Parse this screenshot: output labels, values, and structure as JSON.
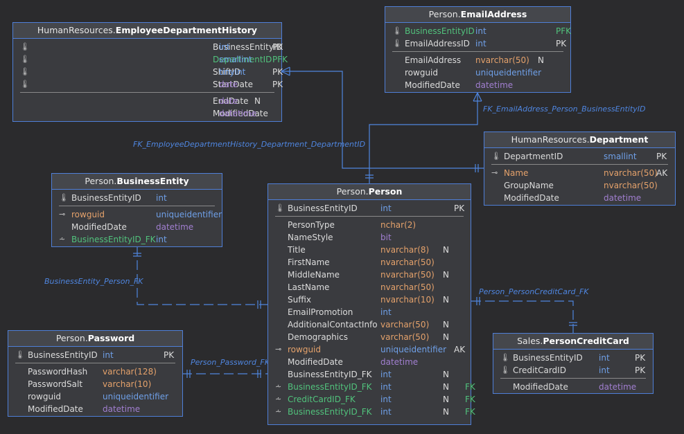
{
  "entities": {
    "edh": {
      "schema": "HumanResources.",
      "name": "EmployeeDepartmentHistory",
      "pk": [
        {
          "icon": "key",
          "name": "BusinessEntityID",
          "type": "int",
          "null": "",
          "key": "PK",
          "name_color": "",
          "type_color": "blue"
        },
        {
          "icon": "key",
          "name": "DepartmentID",
          "type": "smallint",
          "null": "",
          "key": "PFK",
          "name_color": "green",
          "type_color": "blue"
        },
        {
          "icon": "key",
          "name": "ShiftID",
          "type": "tinyint",
          "null": "",
          "key": "PK",
          "name_color": "",
          "type_color": "blue"
        },
        {
          "icon": "key",
          "name": "StartDate",
          "type": "date",
          "null": "",
          "key": "PK",
          "name_color": "",
          "type_color": ""
        }
      ],
      "cols": [
        {
          "icon": "",
          "name": "EndDate",
          "type": "date",
          "null": "N",
          "key": "",
          "name_color": "",
          "type_color": ""
        },
        {
          "icon": "",
          "name": "ModifiedDate",
          "type": "datetime",
          "null": "",
          "key": "",
          "name_color": "",
          "type_color": ""
        }
      ]
    },
    "email": {
      "schema": "Person.",
      "name": "EmailAddress",
      "pk": [
        {
          "icon": "key",
          "name": "BusinessEntityID",
          "type": "int",
          "null": "",
          "key": "PFK",
          "name_color": "green",
          "type_color": "blue"
        },
        {
          "icon": "key",
          "name": "EmailAddressID",
          "type": "int",
          "null": "",
          "key": "PK",
          "name_color": "",
          "type_color": "blue"
        }
      ],
      "cols": [
        {
          "icon": "",
          "name": "EmailAddress",
          "type": "nvarchar(50)",
          "null": "N",
          "key": "",
          "name_color": "",
          "type_color": "orange"
        },
        {
          "icon": "",
          "name": "rowguid",
          "type": "uniqueidentifier",
          "null": "",
          "key": "",
          "name_color": "",
          "type_color": "blue"
        },
        {
          "icon": "",
          "name": "ModifiedDate",
          "type": "datetime",
          "null": "",
          "key": "",
          "name_color": "",
          "type_color": ""
        }
      ]
    },
    "dept": {
      "schema": "HumanResources.",
      "name": "Department",
      "pk": [
        {
          "icon": "key",
          "name": "DepartmentID",
          "type": "smallint",
          "null": "",
          "key": "PK",
          "name_color": "",
          "type_color": "blue"
        }
      ],
      "cols": [
        {
          "icon": "ak",
          "name": "Name",
          "type": "nvarchar(50)",
          "null": "",
          "key": "AK",
          "name_color": "orange",
          "type_color": "orange"
        },
        {
          "icon": "",
          "name": "GroupName",
          "type": "nvarchar(50)",
          "null": "",
          "key": "",
          "name_color": "",
          "type_color": "orange"
        },
        {
          "icon": "",
          "name": "ModifiedDate",
          "type": "datetime",
          "null": "",
          "key": "",
          "name_color": "",
          "type_color": ""
        }
      ]
    },
    "be": {
      "schema": "Person.",
      "name": "BusinessEntity",
      "pk": [
        {
          "icon": "key",
          "name": "BusinessEntityID",
          "type": "int",
          "null": "",
          "key": "",
          "name_color": "",
          "type_color": "blue"
        }
      ],
      "cols": [
        {
          "icon": "ak",
          "name": "rowguid",
          "type": "uniqueidentifier",
          "null": "",
          "key": "",
          "name_color": "orange",
          "type_color": "blue"
        },
        {
          "icon": "",
          "name": "ModifiedDate",
          "type": "datetime",
          "null": "",
          "key": "",
          "name_color": "",
          "type_color": ""
        },
        {
          "icon": "fk",
          "name": "BusinessEntityID_FK",
          "type": "int",
          "null": "",
          "key": "",
          "name_color": "green",
          "type_color": "blue"
        }
      ]
    },
    "person": {
      "schema": "Person.",
      "name": "Person",
      "pk": [
        {
          "icon": "key",
          "name": "BusinessEntityID",
          "type": "int",
          "null": "",
          "key": "PK",
          "name_color": "",
          "type_color": "blue"
        }
      ],
      "cols": [
        {
          "icon": "",
          "name": "PersonType",
          "type": "nchar(2)",
          "null": "",
          "key": "",
          "name_color": "",
          "type_color": "orange"
        },
        {
          "icon": "",
          "name": "NameStyle",
          "type": "bit",
          "null": "",
          "key": "",
          "name_color": "",
          "type_color": ""
        },
        {
          "icon": "",
          "name": "Title",
          "type": "nvarchar(8)",
          "null": "N",
          "key": "",
          "name_color": "",
          "type_color": "orange"
        },
        {
          "icon": "",
          "name": "FirstName",
          "type": "nvarchar(50)",
          "null": "",
          "key": "",
          "name_color": "",
          "type_color": "orange"
        },
        {
          "icon": "",
          "name": "MiddleName",
          "type": "nvarchar(50)",
          "null": "N",
          "key": "",
          "name_color": "",
          "type_color": "orange"
        },
        {
          "icon": "",
          "name": "LastName",
          "type": "nvarchar(50)",
          "null": "",
          "key": "",
          "name_color": "",
          "type_color": "orange"
        },
        {
          "icon": "",
          "name": "Suffix",
          "type": "nvarchar(10)",
          "null": "N",
          "key": "",
          "name_color": "",
          "type_color": "orange"
        },
        {
          "icon": "",
          "name": "EmailPromotion",
          "type": "int",
          "null": "",
          "key": "",
          "name_color": "",
          "type_color": "blue"
        },
        {
          "icon": "",
          "name": "AdditionalContactInfo",
          "type": "varchar(50)",
          "null": "N",
          "key": "",
          "name_color": "",
          "type_color": "orange"
        },
        {
          "icon": "",
          "name": "Demographics",
          "type": "varchar(50)",
          "null": "N",
          "key": "",
          "name_color": "",
          "type_color": "orange"
        },
        {
          "icon": "ak",
          "name": "rowguid",
          "type": "uniqueidentifier",
          "null": "",
          "key": "AK",
          "name_color": "orange",
          "type_color": "blue"
        },
        {
          "icon": "",
          "name": "ModifiedDate",
          "type": "datetime",
          "null": "",
          "key": "",
          "name_color": "",
          "type_color": ""
        },
        {
          "icon": "",
          "name": "BusinessEntityID_FK",
          "type": "int",
          "null": "N",
          "key": "",
          "name_color": "",
          "type_color": "blue"
        },
        {
          "icon": "fk",
          "name": "BusinessEntityID_FK",
          "type": "int",
          "null": "N",
          "key": "FK",
          "name_color": "green",
          "type_color": "blue"
        },
        {
          "icon": "fk",
          "name": "CreditCardID_FK",
          "type": "int",
          "null": "N",
          "key": "FK",
          "name_color": "green",
          "type_color": "blue"
        },
        {
          "icon": "fk",
          "name": "BusinessEntityID_FK",
          "type": "int",
          "null": "N",
          "key": "FK",
          "name_color": "green",
          "type_color": "blue"
        }
      ]
    },
    "pwd": {
      "schema": "Person.",
      "name": "Password",
      "pk": [
        {
          "icon": "key",
          "name": "BusinessEntityID",
          "type": "int",
          "null": "",
          "key": "PK",
          "name_color": "",
          "type_color": "blue"
        }
      ],
      "cols": [
        {
          "icon": "",
          "name": "PasswordHash",
          "type": "varchar(128)",
          "null": "",
          "key": "",
          "name_color": "",
          "type_color": "orange"
        },
        {
          "icon": "",
          "name": "PasswordSalt",
          "type": "varchar(10)",
          "null": "",
          "key": "",
          "name_color": "",
          "type_color": "orange"
        },
        {
          "icon": "",
          "name": "rowguid",
          "type": "uniqueidentifier",
          "null": "",
          "key": "",
          "name_color": "",
          "type_color": "blue"
        },
        {
          "icon": "",
          "name": "ModifiedDate",
          "type": "datetime",
          "null": "",
          "key": "",
          "name_color": "",
          "type_color": ""
        }
      ]
    },
    "pcc": {
      "schema": "Sales.",
      "name": "PersonCreditCard",
      "pk": [
        {
          "icon": "key",
          "name": "BusinessEntityID",
          "type": "int",
          "null": "",
          "key": "PK",
          "name_color": "",
          "type_color": "blue"
        },
        {
          "icon": "key",
          "name": "CreditCardID",
          "type": "int",
          "null": "",
          "key": "PK",
          "name_color": "",
          "type_color": "blue"
        }
      ],
      "cols": [
        {
          "icon": "",
          "name": "ModifiedDate",
          "type": "datetime",
          "null": "",
          "key": "",
          "name_color": "",
          "type_color": ""
        }
      ]
    }
  },
  "relationships": {
    "edh_dept": "FK_EmployeeDepartmentHistory_Department_DepartmentID",
    "email_person": "FK_EmailAddress_Person_BusinessEntityID",
    "be_person": "BusinessEntity_Person_FK",
    "person_pcc": "Person_PersonCreditCard_FK",
    "person_pwd": "Person_Password_FK"
  },
  "colors": {
    "background": "#2b2b2d",
    "border": "#4f7fd8",
    "line": "#4f86e0",
    "pk_fk": "#51c27c",
    "string_type": "#e5a26b"
  }
}
